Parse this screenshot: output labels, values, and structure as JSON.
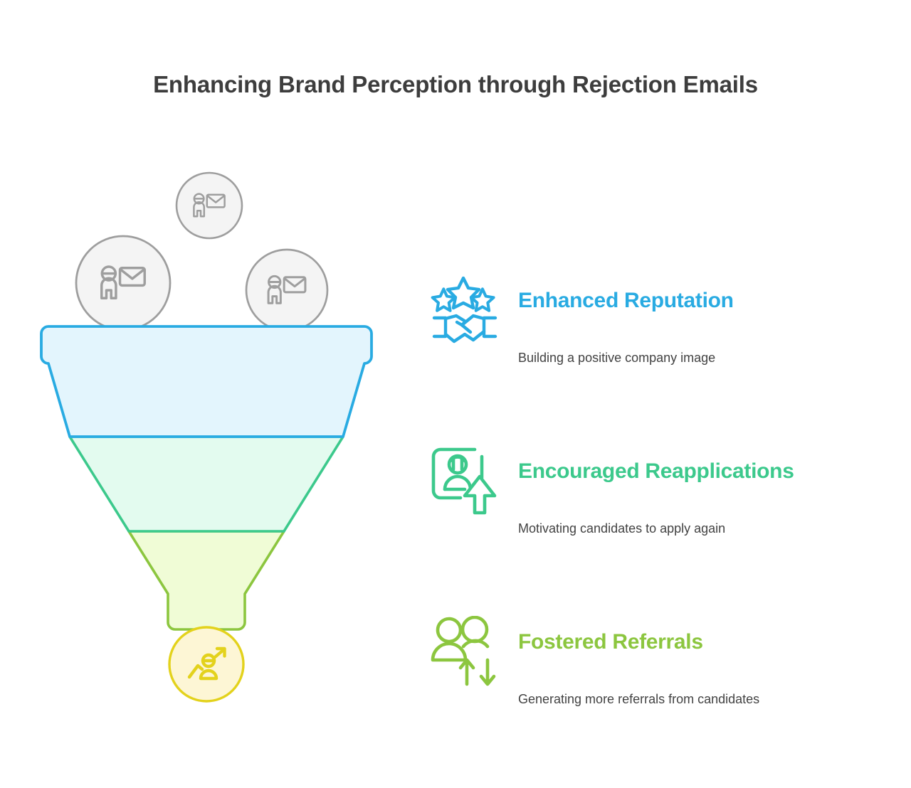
{
  "header": {
    "title": "Enhancing Brand Perception through Rejection Emails"
  },
  "colors": {
    "blue": "#29abe2",
    "green": "#3cc98c",
    "lime": "#8cc63f",
    "yellow": "#e3d21c",
    "band_blue_fill": "#e3f5fd",
    "band_green_fill": "#e3fbef",
    "band_lime_fill": "#f0fcd6",
    "circle_fill": "#fdf6d5",
    "bubble_stroke": "#9e9e9e",
    "bubble_fill": "#f4f4f4",
    "text_dark": "#3d3d3d",
    "text_body": "#424242"
  },
  "funnel": {
    "label": "conversion funnel",
    "input_bubbles": [
      {
        "icon": "person-email-icon",
        "position": "top-center"
      },
      {
        "icon": "person-email-icon",
        "position": "left"
      },
      {
        "icon": "person-email-icon",
        "position": "right"
      }
    ],
    "bands": [
      {
        "name": "reputation-band",
        "color": "#29abe2",
        "fill": "#e3f5fd"
      },
      {
        "name": "reapplications-band",
        "color": "#3cc98c",
        "fill": "#e3fbef"
      },
      {
        "name": "referrals-band",
        "color": "#8cc63f",
        "fill": "#f0fcd6"
      }
    ],
    "outcome": {
      "icon": "person-growth-arrow-icon",
      "color": "#e3d21c",
      "fill": "#fdf6d5"
    }
  },
  "benefits": [
    {
      "icon": "stars-handshake-icon",
      "heading": "Enhanced Reputation",
      "subtitle": "Building a positive company image",
      "color": "#29abe2"
    },
    {
      "icon": "person-frame-up-arrow-icon",
      "heading": "Encouraged Reapplications",
      "subtitle": "Motivating candidates to apply again",
      "color": "#3cc98c"
    },
    {
      "icon": "two-people-updown-arrows-icon",
      "heading": "Fostered Referrals",
      "subtitle": "Generating more referrals from candidates",
      "color": "#8cc63f"
    }
  ]
}
